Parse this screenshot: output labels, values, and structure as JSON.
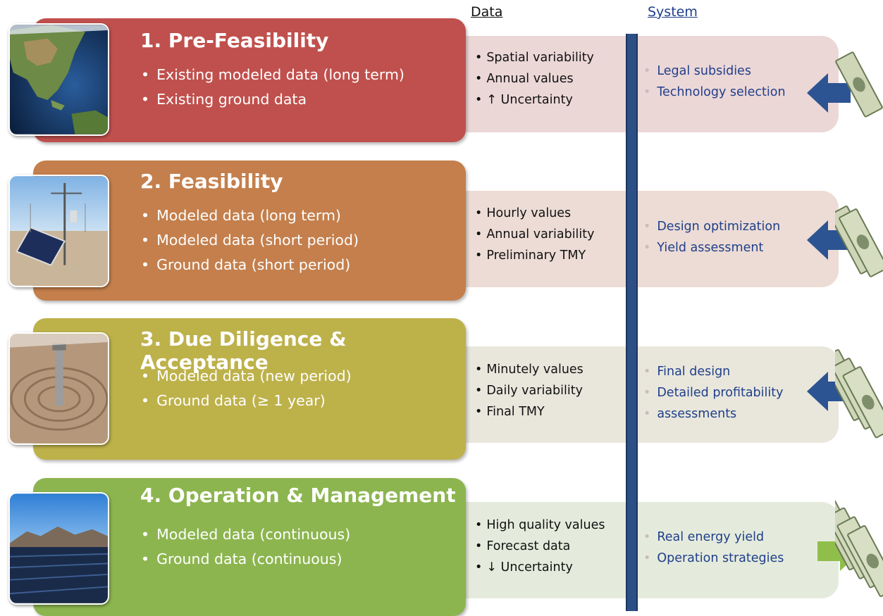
{
  "headers": {
    "data": "Data",
    "system": "System"
  },
  "phases": [
    {
      "title": "1. Pre-Feasibility",
      "bullets": [
        "Existing  modeled data (long term)",
        "Existing  ground data"
      ],
      "data_items": [
        "Spatial variability",
        "Annual values",
        "↑ Uncertainty"
      ],
      "system_items": [
        "Legal subsidies",
        "Technology selection"
      ],
      "color": "#c0504d",
      "arrow": "left"
    },
    {
      "title": "2. Feasibility",
      "bullets": [
        "Modeled data (long term)",
        "Modeled data (short period)",
        "Ground data (short period)"
      ],
      "data_items": [
        "Hourly values",
        "Annual variability",
        "Preliminary  TMY"
      ],
      "system_items": [
        "Design optimization",
        "Yield assessment"
      ],
      "color": "#c47f4c",
      "arrow": "left"
    },
    {
      "title": "3. Due Diligence & Acceptance",
      "bullets": [
        "Modeled data (new period)",
        "Ground data (≥ 1 year)"
      ],
      "data_items": [
        "Minutely values",
        "Daily variability",
        "Final TMY"
      ],
      "system_items": [
        "Final design",
        "Detailed profitability",
        "assessments"
      ],
      "color": "#bdb14a",
      "arrow": "left"
    },
    {
      "title": "4. Operation & Management",
      "bullets": [
        "Modeled data (continuous)",
        "Ground data (continuous)"
      ],
      "data_items": [
        "High quality values",
        "Forecast data",
        "↓ Uncertainty"
      ],
      "system_items": [
        "Real energy yield",
        "Operation strategies"
      ],
      "color": "#8cb54f",
      "arrow": "right"
    }
  ],
  "colors": {
    "band_1": "#ecd7d7",
    "band_2": "#ecdcd5",
    "band_3": "#e9e7dc",
    "band_4": "#e5ebdc",
    "arrow_in": "#2c5492",
    "arrow_out": "#8fbf4a",
    "divider": "#2c4f86",
    "system_text": "#1f3f8a"
  }
}
